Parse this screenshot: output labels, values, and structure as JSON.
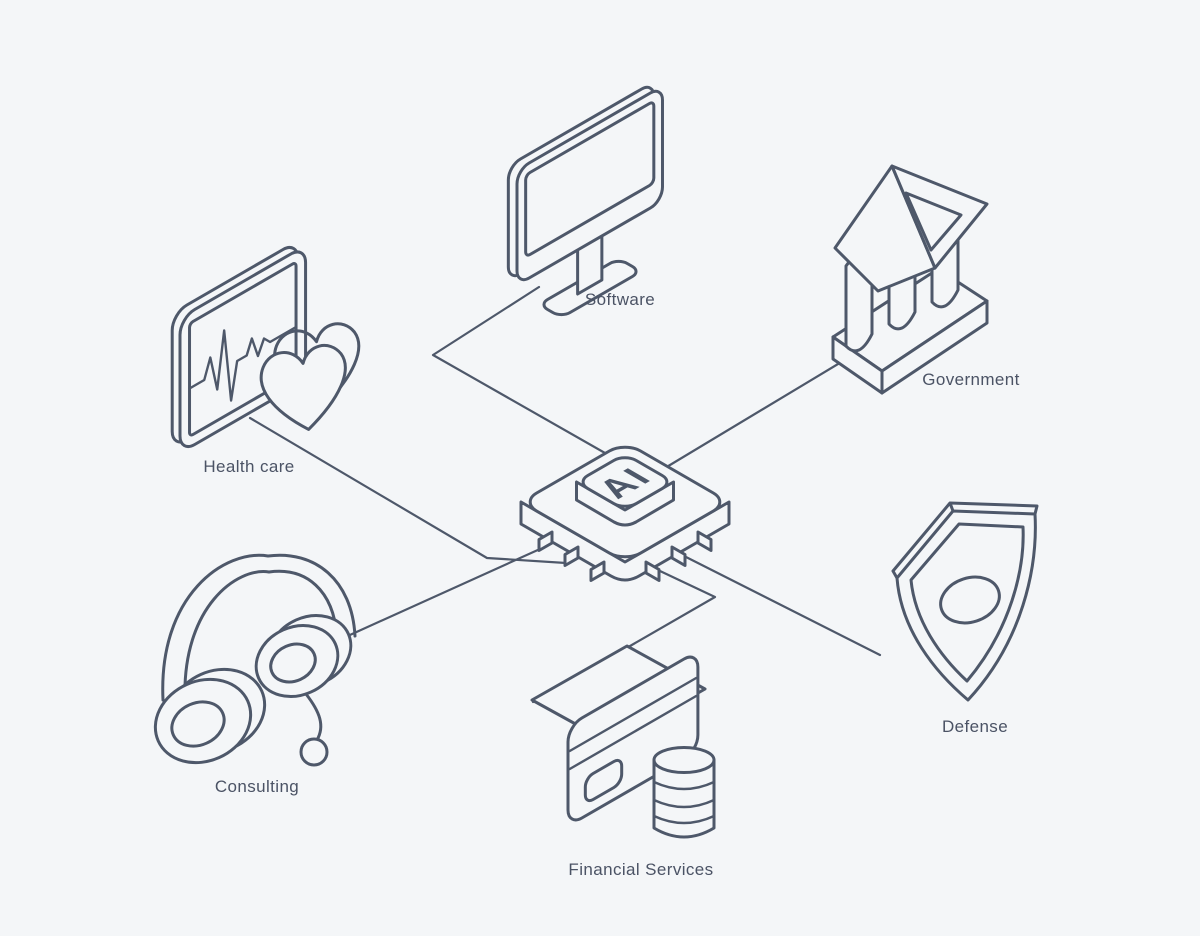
{
  "colors": {
    "background": "#f4f6f8",
    "ink": "#4e586a",
    "label_text": "#4b5365"
  },
  "chip": {
    "label": "AI",
    "description": "central AI processor chip"
  },
  "nodes": [
    {
      "id": "software",
      "label": "Software",
      "icon": "monitor-icon"
    },
    {
      "id": "government",
      "label": "Government",
      "icon": "bank-icon"
    },
    {
      "id": "healthcare",
      "label": "Health care",
      "icon": "heart-monitor-icon"
    },
    {
      "id": "consulting",
      "label": "Consulting",
      "icon": "headset-icon"
    },
    {
      "id": "financial",
      "label": "Financial Services",
      "icon": "credit-card-coins-icon"
    },
    {
      "id": "defense",
      "label": "Defense",
      "icon": "shield-icon"
    }
  ]
}
